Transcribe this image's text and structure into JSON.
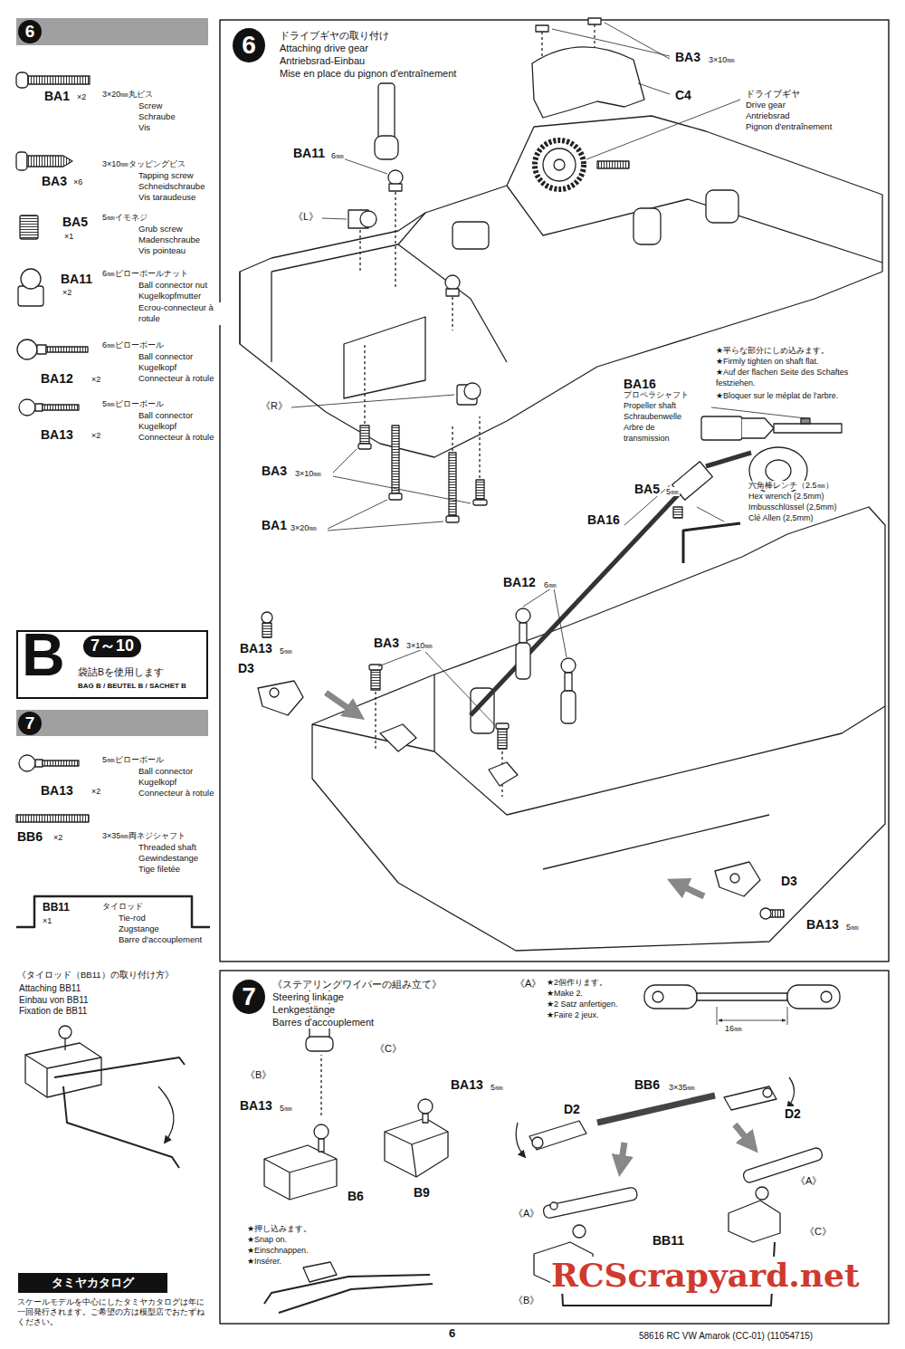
{
  "diagram": {
    "nodes": [
      {
        "text": [
          "6"
        ]
      },
      {
        "text": [
          "6"
        ]
      },
      {
        "text": [
          "B",
          "7～10",
          "袋詰Bを使用します",
          "BAG B / BEUTEL B / SACHET B"
        ]
      },
      {
        "text": [
          "7"
        ]
      },
      {
        "text": [
          "7"
        ]
      },
      {
        "text": [
          "タミヤカタログ"
        ]
      }
    ],
    "labels": [
      "BA1",
      "×2",
      "3×20㎜丸ビス",
      "Screw",
      "Schraube",
      "Vis",
      "BA3",
      "×6",
      "3×10㎜タッピングビス",
      "Tapping screw",
      "Schneidschraube",
      "Vis taraudeuse",
      "BA5",
      "×1",
      "5㎜イモネジ",
      "Grub screw",
      "Madenschraube",
      "Vis pointeau",
      "BA11",
      "×2",
      "6㎜ピローボールナット",
      "Ball connector nut",
      "Kugelkopfmutter",
      "Ecrou-connecteur à rotule",
      "BA12",
      "×2",
      "6㎜ピローボール",
      "Ball connector",
      "Kugelkopf",
      "Connecteur à rotule",
      "BA13",
      "×2",
      "5㎜ピローボール",
      "Ball connector",
      "Kugelkopf",
      "Connecteur à rotule",
      "BA13",
      "×2",
      "5㎜ピローボール",
      "Ball connector",
      "Kugelkopf",
      "Connecteur à rotule",
      "BB6",
      "×2",
      "3×35㎜両ネジシャフト",
      "Threaded shaft",
      "Gewindestange",
      "Tige filetée",
      "BB11",
      "×1",
      "タイロッド",
      "Tie-rod",
      "Zugstange",
      "Barre d'accouplement",
      "《タイロッド（BB11）の取り付け方》",
      "Attaching BB11",
      "Einbau von BB11",
      "Fixation de BB11",
      "スケールモデルを中心にしたタミヤカタログは年に一回発行されます。ご希望の方は模型店でおたずねください。",
      "ドライブギヤの取り付け",
      "Attaching drive gear",
      "Antriebsrad-Einbau",
      "Mise en place du pignon d'entraînement",
      "BA3",
      "3×10㎜",
      "C4",
      "ドライブギヤ",
      "Drive gear",
      "Antriebsrad",
      "Pignon d'entraînement",
      "BA11",
      "6㎜",
      "《L》",
      "《R》",
      "BA3",
      "3×10㎜",
      "BA1",
      "3×20㎜",
      "★平らな部分にしめ込みます。",
      "★Firmly tighten on shaft flat.",
      "★Auf der flachen Seite des Schaftes festziehen.",
      "★Bloquer sur le méplat de l'arbre.",
      "BA16",
      "プロペラシャフト",
      "Propeller shaft",
      "Schraubenwelle",
      "Arbre de transmission",
      "BA5",
      "5㎜",
      "六角棒レンチ（2.5㎜）",
      "Hex wrench (2.5mm)",
      "Imbusschlüssel (2,5mm)",
      "Clé Allen (2,5mm)",
      "BA16",
      "BA12",
      "6㎜",
      "BA13",
      "5㎜",
      "D3",
      "BA3",
      "3×10㎜",
      "D3",
      "BA13",
      "5㎜",
      "《ステアリングワイパーの組み立て》",
      "Steering linkage",
      "Lenkgestänge",
      "Barres d'accouplement",
      "《B》",
      "BA13",
      "5㎜",
      "B6",
      "《C》",
      "BA13",
      "5㎜",
      "B9",
      "★押し込みます。",
      "★Snap on.",
      "★Einschnappen.",
      "★Insérer.",
      "《A》",
      "★2個作ります。",
      "★Make 2.",
      "★2 Satz anfertigen.",
      "★Faire 2 jeux.",
      "16㎜",
      "BB6",
      "3×35㎜",
      "D2",
      "D2",
      "《A》",
      "《A》",
      "《C》",
      "BB11",
      "《B》",
      "6",
      "58616 RC VW Amarok (CC-01) (11054715)",
      "RCScrapyard.net"
    ]
  }
}
